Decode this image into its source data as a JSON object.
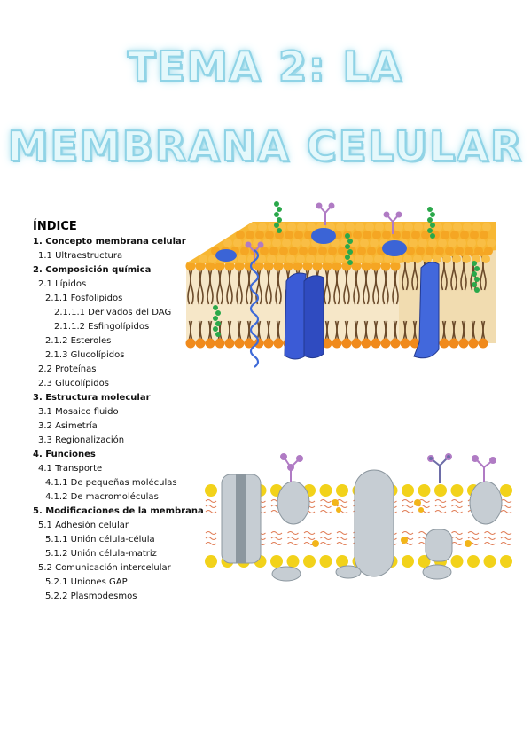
{
  "title": {
    "line1": "TEMA 2: LA",
    "line2": "MEMBRANA CELULAR"
  },
  "index": {
    "heading": "ÍNDICE",
    "items": [
      {
        "text": "1. Concepto membrana celular",
        "level": 0
      },
      {
        "text": "1.1 Ultraestructura",
        "level": 1
      },
      {
        "text": "2. Composición química",
        "level": 0
      },
      {
        "text": "2.1 Lípidos",
        "level": 1
      },
      {
        "text": "2.1.1 Fosfolípidos",
        "level": 2
      },
      {
        "text": "2.1.1.1 Derivados del DAG",
        "level": 3
      },
      {
        "text": "2.1.1.2 Esfingolípidos",
        "level": 3
      },
      {
        "text": "2.1.2 Esteroles",
        "level": 2
      },
      {
        "text": "2.1.3 Glucolípidos",
        "level": 2
      },
      {
        "text": "2.2 Proteínas",
        "level": 1
      },
      {
        "text": "2.3 Glucolípidos",
        "level": 1
      },
      {
        "text": "3. Estructura molecular",
        "level": 0
      },
      {
        "text": "3.1 Mosaico fluido",
        "level": 1
      },
      {
        "text": "3.2 Asimetría",
        "level": 1
      },
      {
        "text": "3.3 Regionalización",
        "level": 1
      },
      {
        "text": "4. Funciones",
        "level": 0
      },
      {
        "text": "4.1 Transporte",
        "level": 1
      },
      {
        "text": "4.1.1 De pequeñas moléculas",
        "level": 2
      },
      {
        "text": "4.1.2 De macromoléculas",
        "level": 2
      },
      {
        "text": "5. Modificaciones de la membrana",
        "level": 0
      },
      {
        "text": "5.1 Adhesión celular",
        "level": 1
      },
      {
        "text": "5.1.1 Unión célula-célula",
        "level": 2
      },
      {
        "text": "5.1.2 Unión célula-matriz",
        "level": 2
      },
      {
        "text": "5.2 Comunicación intercelular",
        "level": 1
      },
      {
        "text": "5.2.1 Uniones GAP",
        "level": 2
      },
      {
        "text": "5.2.2 Plasmodesmos",
        "level": 2
      }
    ]
  },
  "colors": {
    "lipid_head": "#f5a623",
    "lipid_tail": "#8a5a2b",
    "protein": "#3b64d6",
    "flat_head": "#f2d21a",
    "flat_protein": "#b8c4cc",
    "glycan": "#b07bc4",
    "chain": "#2aa84a"
  },
  "figures": {
    "membrane_3d": "membrane-3d-illustration",
    "membrane_flat": "membrane-cross-section-illustration"
  }
}
